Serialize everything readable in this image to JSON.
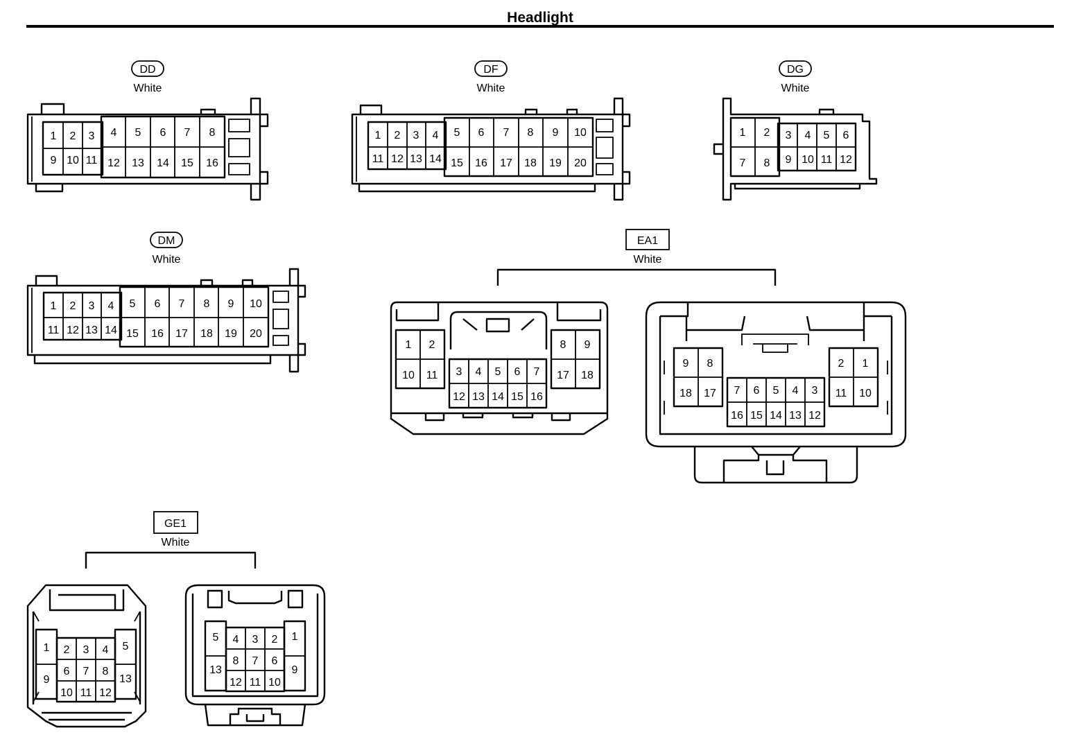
{
  "title": "Headlight",
  "colors": {
    "ink": "#000000",
    "background": "#ffffff"
  },
  "connectors": {
    "DD": {
      "label": "DD",
      "color": "White",
      "pins": [
        "1",
        "2",
        "3",
        "4",
        "5",
        "6",
        "7",
        "8",
        "9",
        "10",
        "11",
        "12",
        "13",
        "14",
        "15",
        "16"
      ]
    },
    "DF": {
      "label": "DF",
      "color": "White",
      "pins": [
        "1",
        "2",
        "3",
        "4",
        "5",
        "6",
        "7",
        "8",
        "9",
        "10",
        "11",
        "12",
        "13",
        "14",
        "15",
        "16",
        "17",
        "18",
        "19",
        "20"
      ]
    },
    "DG": {
      "label": "DG",
      "color": "White",
      "pins": [
        "1",
        "2",
        "3",
        "4",
        "5",
        "6",
        "7",
        "8",
        "9",
        "10",
        "11",
        "12"
      ]
    },
    "DM": {
      "label": "DM",
      "color": "White",
      "pins": [
        "1",
        "2",
        "3",
        "4",
        "5",
        "6",
        "7",
        "8",
        "9",
        "10",
        "11",
        "12",
        "13",
        "14",
        "15",
        "16",
        "17",
        "18",
        "19",
        "20"
      ]
    },
    "EA1": {
      "label": "EA1",
      "color": "White",
      "male_pins": [
        "1",
        "2",
        "10",
        "11",
        "3",
        "4",
        "5",
        "6",
        "7",
        "12",
        "13",
        "14",
        "15",
        "16",
        "8",
        "9",
        "17",
        "18"
      ],
      "female_pins": [
        "9",
        "8",
        "18",
        "17",
        "7",
        "6",
        "5",
        "4",
        "3",
        "16",
        "15",
        "14",
        "13",
        "12",
        "2",
        "1",
        "11",
        "10"
      ]
    },
    "GE1": {
      "label": "GE1",
      "color": "White",
      "male_pins": [
        "1",
        "9",
        "2",
        "3",
        "4",
        "6",
        "7",
        "8",
        "10",
        "11",
        "12",
        "5",
        "13"
      ],
      "female_pins": [
        "5",
        "13",
        "4",
        "3",
        "2",
        "8",
        "7",
        "6",
        "12",
        "11",
        "10",
        "1",
        "9"
      ]
    }
  }
}
